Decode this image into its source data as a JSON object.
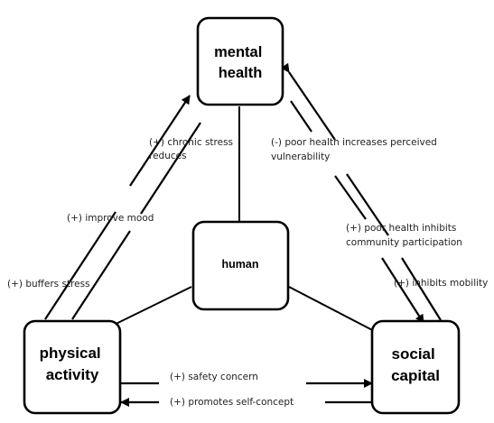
{
  "nodes": {
    "mental_health": [
      "mental",
      "health"
    ],
    "human": "human",
    "physical_activity": [
      "physical",
      "activity"
    ],
    "social_capital": [
      "social",
      "capital"
    ]
  },
  "edges": {
    "chronic_stress": [
      "(+) chronic stress",
      "reduces"
    ],
    "improve_mood": "(+) improve mood",
    "buffers_stress": "(+) buffers stress",
    "poor_health_vulnerability": [
      "(-) poor health increases perceived",
      "vulnerability"
    ],
    "poor_health_participation": [
      "(+) poor health inhibits",
      "community participation"
    ],
    "inhibits_mobility": "(+) inhibits mobility",
    "safety_concern": "(+) safety concern",
    "promotes_self_concept": "(+) promotes self-concept"
  }
}
